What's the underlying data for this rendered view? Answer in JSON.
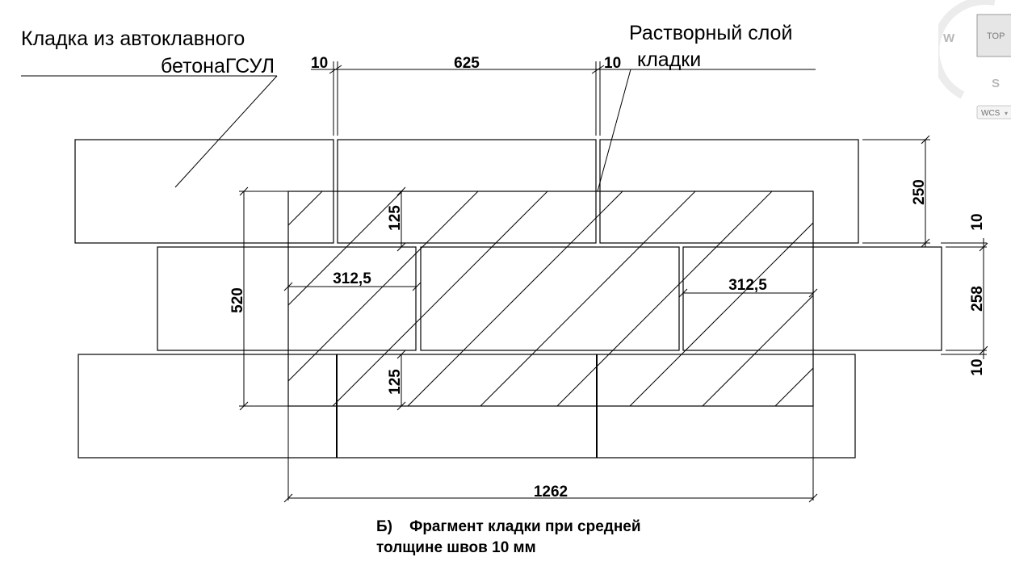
{
  "labels": {
    "material": [
      "Кладка из автоклавного",
      "бетонаГСУЛ"
    ],
    "mortar": [
      "Растворный слой",
      "кладки"
    ]
  },
  "dimensions": {
    "joint_top_left": "10",
    "block_length": "625",
    "joint_top_right": "10",
    "block_height": "250",
    "joint_right_top": "10",
    "row_height": "258",
    "joint_right_bottom": "10",
    "section_height": "520",
    "half_block_left": "312,5",
    "half_block_right": "312,5",
    "half_height_top": "125",
    "half_height_bottom": "125",
    "total_length": "1262"
  },
  "caption": [
    "Б)    Фрагмент кладки при средней",
    "толщине швов 10 мм"
  ],
  "viewcube": {
    "top": "TOP",
    "west": "W",
    "south": "S",
    "wcs": "WCS"
  }
}
